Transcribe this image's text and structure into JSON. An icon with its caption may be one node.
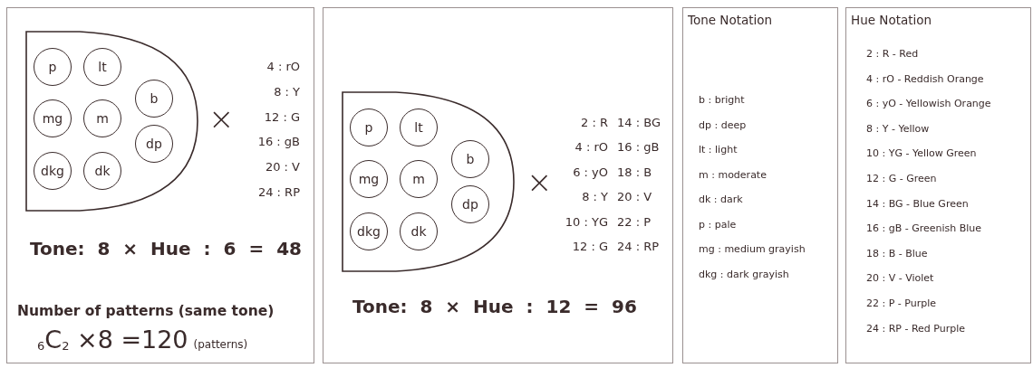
{
  "diagram": {
    "nodes": [
      {
        "text": [
          "4 : rO",
          "8 : Y",
          "12 : G",
          "16 : gB",
          "20 : V",
          "24 : RP",
          "×",
          "Tone: 8 × Hue : 6 = 48",
          "Number of patterns (same tone)",
          "$_{6}$C$_{2}$ ×8 =120",
          "(patterns)"
        ]
      },
      {
        "text": [],
        "shape": "semicircle",
        "in": 0
      },
      {
        "text": [
          "p"
        ],
        "in": 1
      },
      {
        "text": [
          "lt"
        ],
        "in": 1
      },
      {
        "text": [
          "b"
        ],
        "in": 1
      },
      {
        "text": [
          "mg"
        ],
        "in": 1
      },
      {
        "text": [
          "m"
        ],
        "in": 1
      },
      {
        "text": [
          "dp"
        ],
        "in": 1
      },
      {
        "text": [
          "dkg"
        ],
        "in": 1
      },
      {
        "text": [
          "dk"
        ],
        "in": 1
      },
      {
        "text": [
          "2 : R",
          "14 : BG",
          "4 : rO",
          "16 : gB",
          "6 : yO",
          "18 : B",
          "8 : Y",
          "20 : V",
          "10 : YG",
          "22 : P",
          "12 : G",
          "24 : RP",
          "×",
          "Tone: 8 × Hue : 12 = 96"
        ]
      },
      {
        "text": [],
        "shape": "semicircle",
        "in": 10
      },
      {
        "text": [
          "p"
        ],
        "in": 11
      },
      {
        "text": [
          "lt"
        ],
        "in": 11
      },
      {
        "text": [
          "b"
        ],
        "in": 11
      },
      {
        "text": [
          "mg"
        ],
        "in": 11
      },
      {
        "text": [
          "m"
        ],
        "in": 11
      },
      {
        "text": [
          "dp"
        ],
        "in": 11
      },
      {
        "text": [
          "dkg"
        ],
        "in": 11
      },
      {
        "text": [
          "dk"
        ],
        "in": 11
      },
      {
        "text": [
          "Tone Notation",
          "b : bright",
          "dp : deep",
          "lt : light",
          "m : moderate",
          "dk : dark",
          "p : pale",
          "mg : medium grayish",
          "dkg : dark grayish"
        ]
      },
      {
        "text": [
          "Hue Notation",
          "2 : R - Red",
          "4 : rO - Reddish Orange",
          "6 : yO - Yellowish Orange",
          "8 : Y - Yellow",
          "10 : YG - Yellow Green",
          "12 : G - Green",
          "14 : BG - Blue Green",
          "16 : gB - Greenish Blue",
          "18 : B - Blue",
          "20 : V - Violet",
          "22 : P - Purple",
          "24 : RP - Red Purple"
        ]
      }
    ],
    "edges": []
  }
}
